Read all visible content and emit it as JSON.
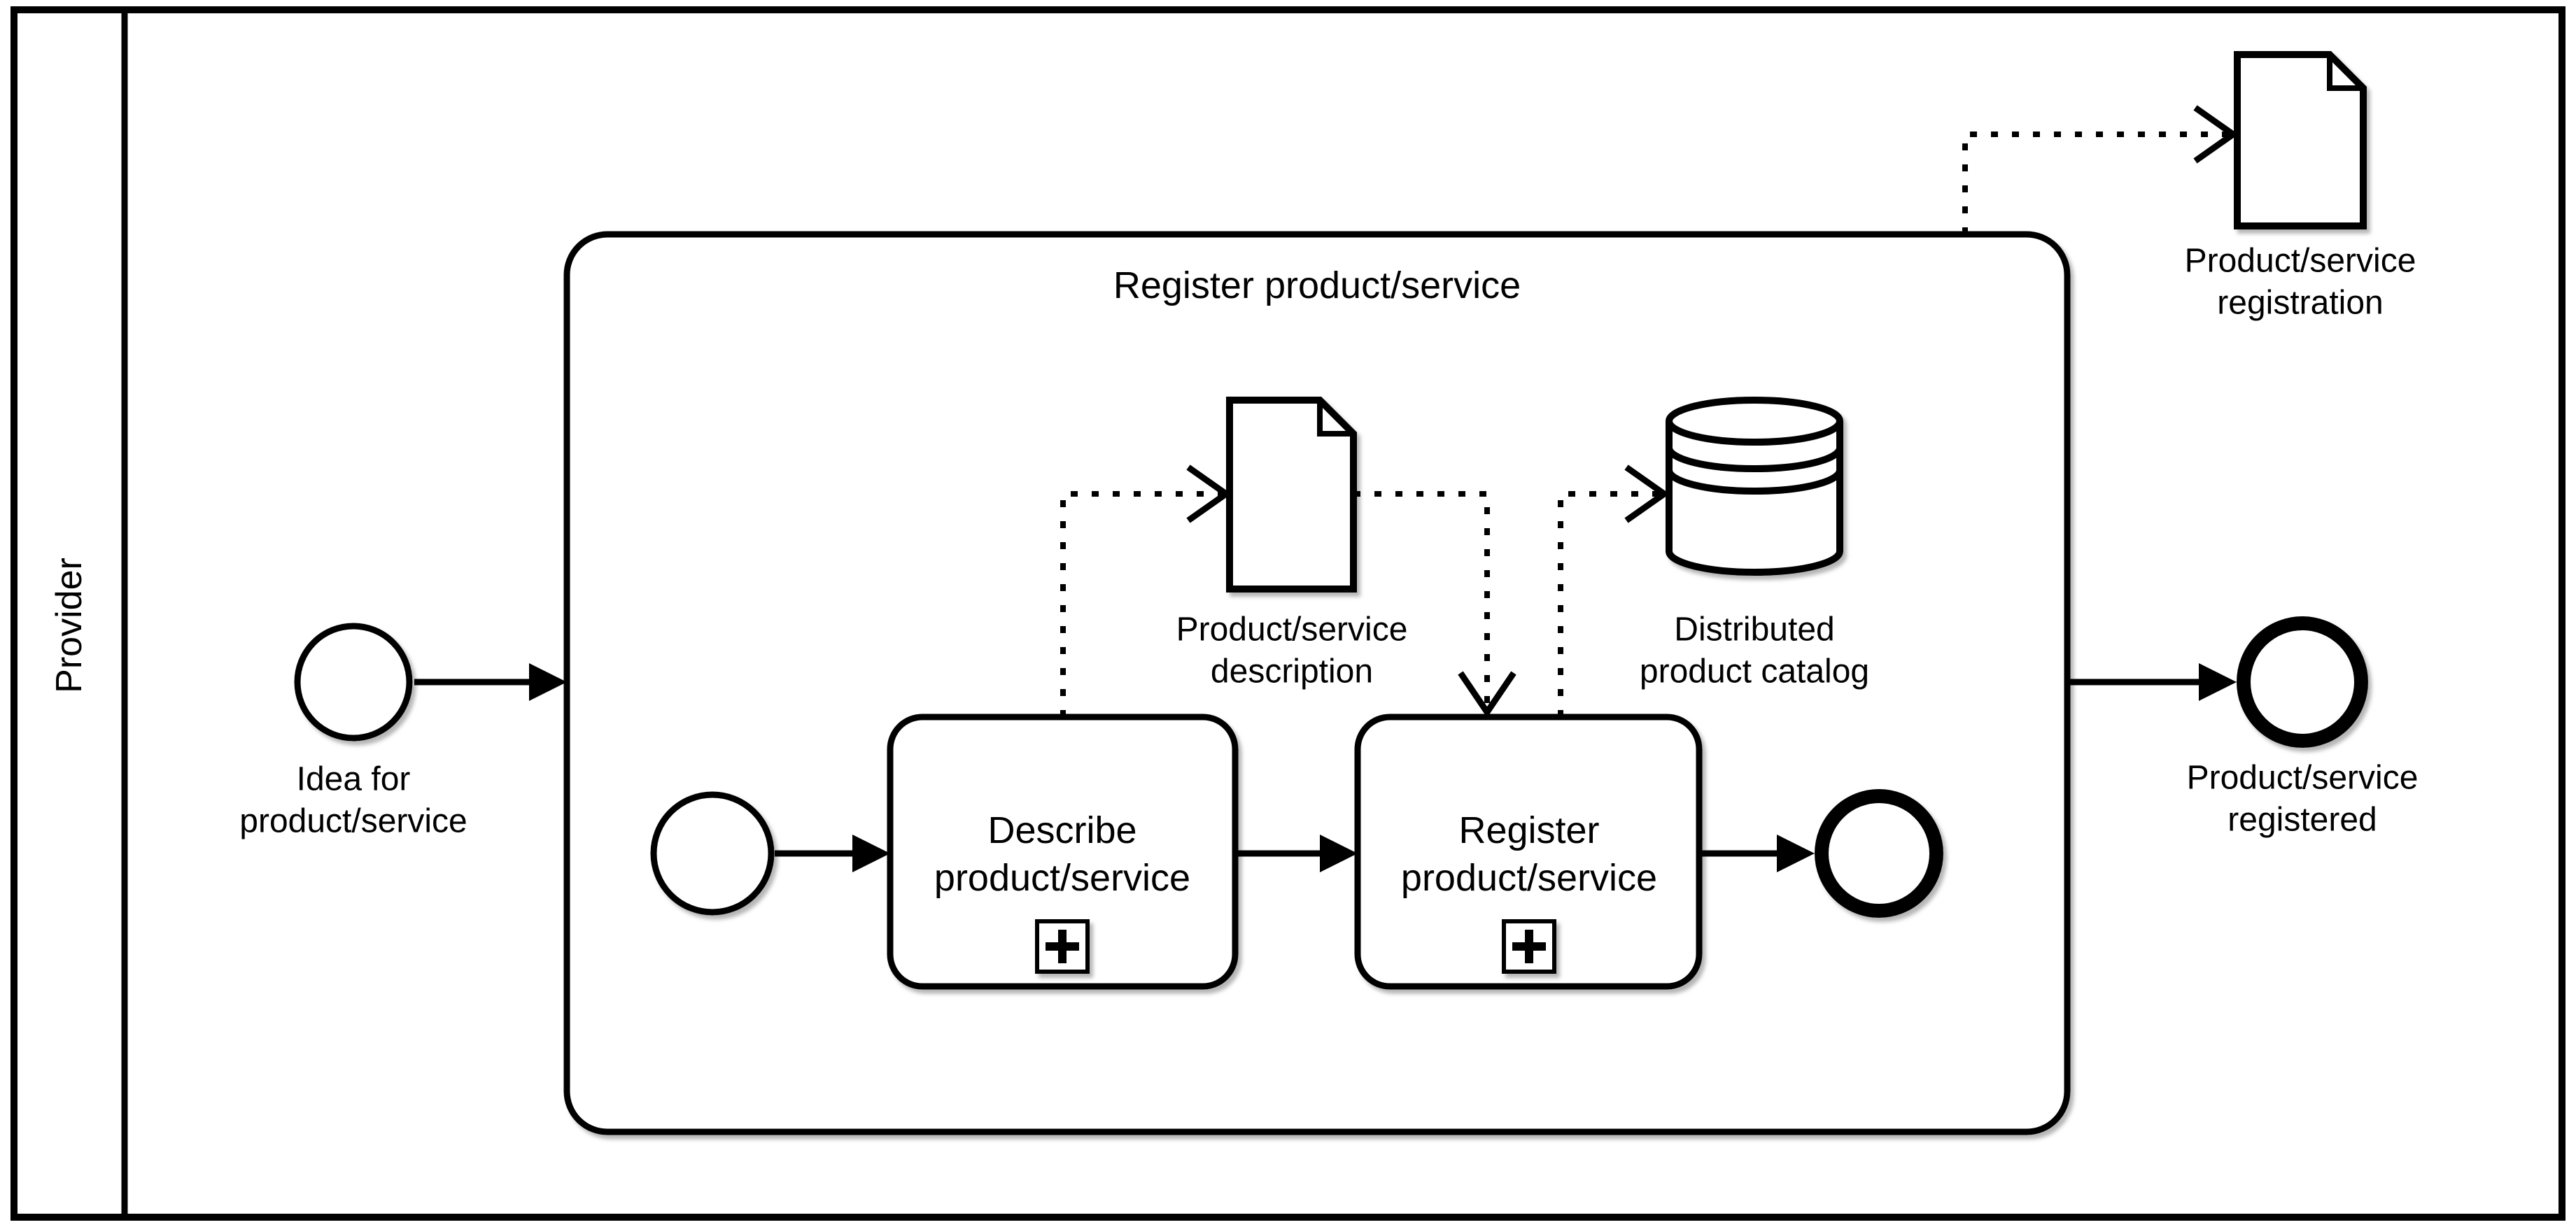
{
  "pool": {
    "label": "Provider"
  },
  "subprocess": {
    "title": "Register product/service"
  },
  "events": {
    "start": {
      "label": "Idea for\nproduct/service"
    },
    "end": {
      "label": "Product/service\nregistered"
    }
  },
  "tasks": {
    "describe": {
      "label": "Describe\nproduct/service"
    },
    "register": {
      "label": "Register\nproduct/service"
    }
  },
  "data_objects": {
    "description": {
      "label": "Product/service\ndescription"
    },
    "catalog": {
      "label": "Distributed\nproduct catalog"
    },
    "registration": {
      "label": "Product/service\nregistration"
    }
  },
  "icons": [
    "start-event-circle",
    "end-event-circle",
    "subprocess-plus-marker-icon",
    "document-icon",
    "database-icon",
    "arrow-icon"
  ],
  "colors": {
    "stroke": "#000000",
    "fill": "#ffffff",
    "shadow": "#9e9e9e"
  }
}
